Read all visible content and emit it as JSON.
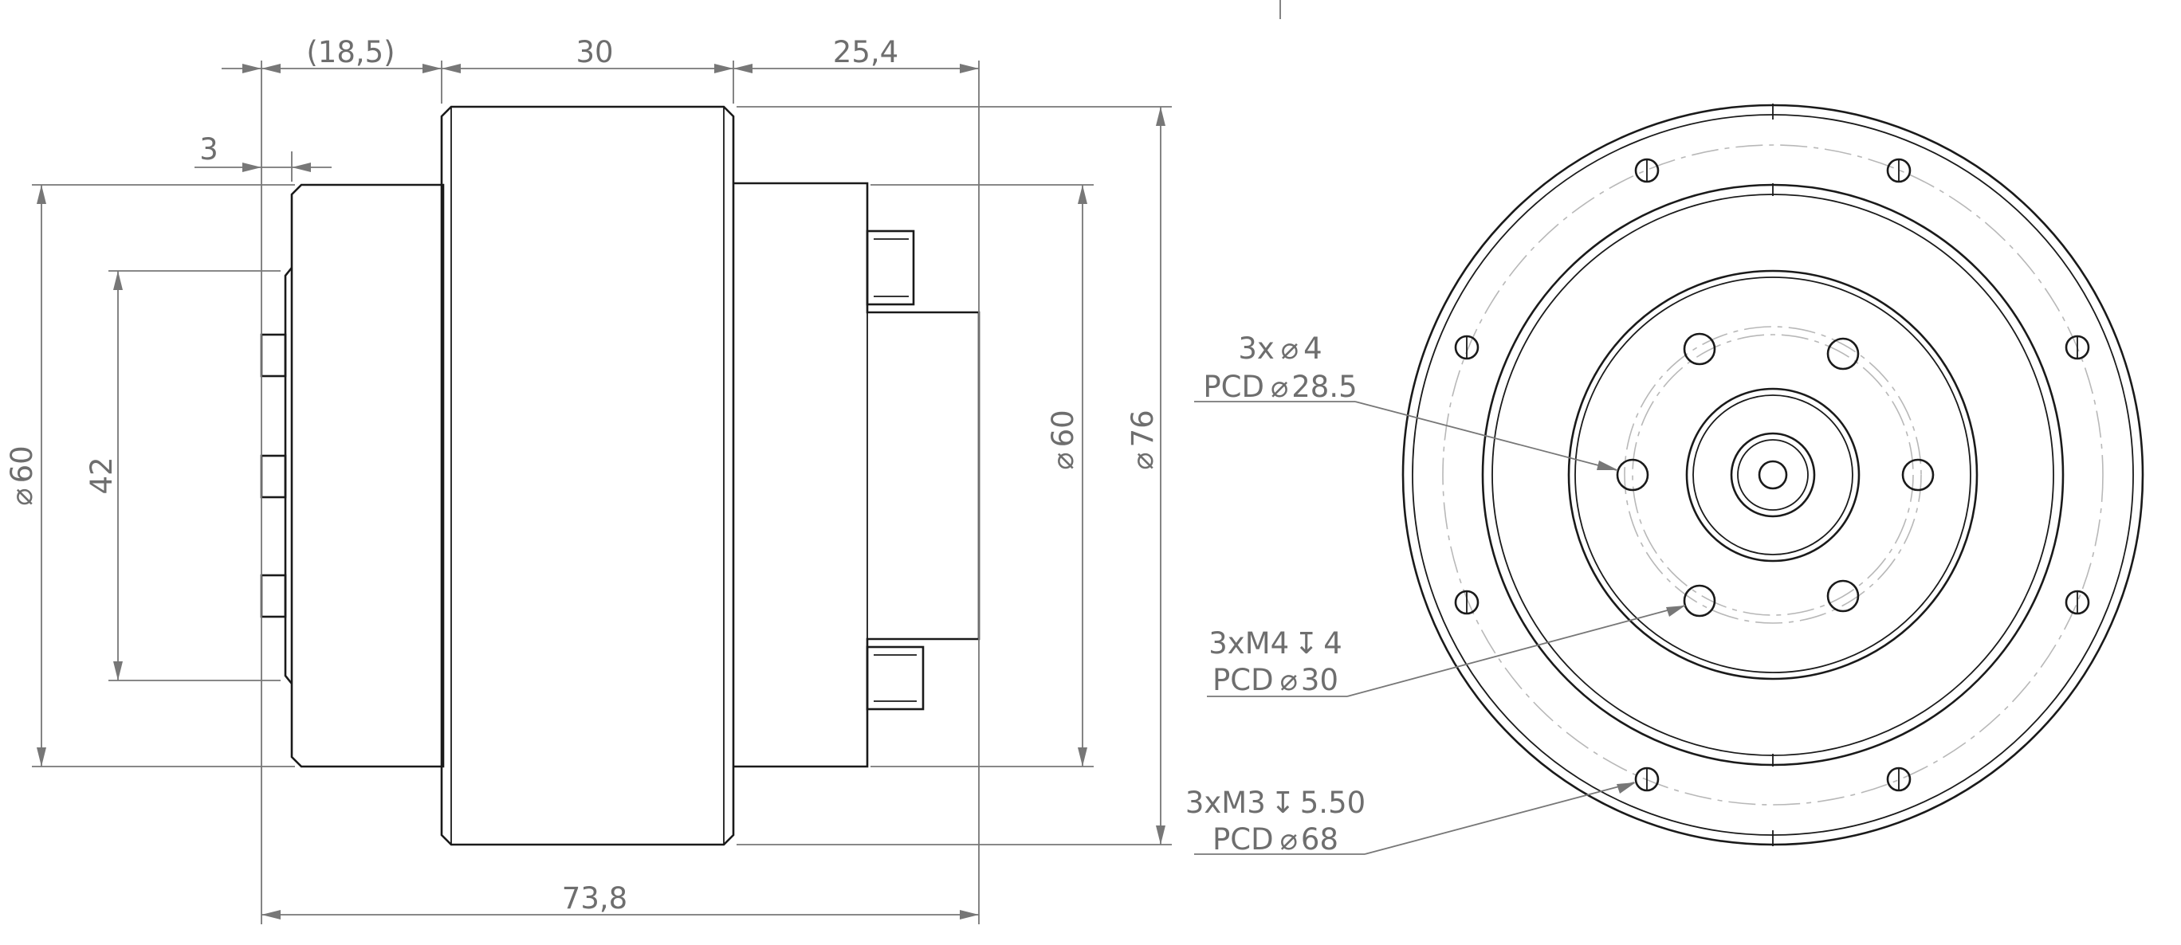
{
  "side_view": {
    "dims": {
      "d_18_5": "(18,5)",
      "d_30": "30",
      "d_25_4": "25,4",
      "d_3": "3",
      "d_phi60_left": "60",
      "d_42": "42",
      "d_phi60_right": "60",
      "d_phi76": "76",
      "d_73_8": "73,8"
    }
  },
  "front_view": {
    "callouts": {
      "holes_4_line1": "3x",
      "holes_4_size": "4",
      "holes_4_line2": "PCD",
      "holes_4_pcd": "28.5",
      "m4_line1": "3xM4",
      "m4_depth": "4",
      "m4_line2": "PCD",
      "m4_pcd": "30",
      "m3_line1": "3xM3",
      "m3_depth": "5.50",
      "m3_line2": "PCD",
      "m3_pcd": "68"
    }
  },
  "symbols": {
    "diameter": "⌀",
    "depth": "↧"
  }
}
